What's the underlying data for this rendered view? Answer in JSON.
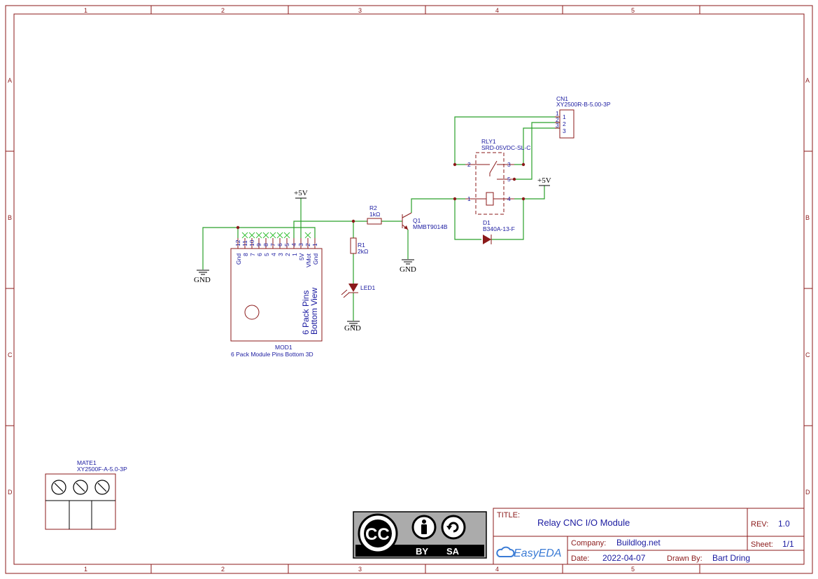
{
  "sheet": {
    "zones_x": [
      "1",
      "2",
      "3",
      "4",
      "5"
    ],
    "zones_y": [
      "A",
      "B",
      "C",
      "D"
    ]
  },
  "components": {
    "cn1": {
      "ref": "CN1",
      "value": "XY2500R-B-5.00-3P",
      "pins": [
        "1",
        "2",
        "3"
      ],
      "pin_labels": [
        "1",
        "2",
        "3"
      ]
    },
    "rly1": {
      "ref": "RLY1",
      "value": "SRD-05VDC-SL-C",
      "pins": [
        "2",
        "3",
        "5",
        "1",
        "4"
      ]
    },
    "r2": {
      "ref": "R2",
      "value": "1kΩ"
    },
    "q1": {
      "ref": "Q1",
      "value": "MMBT9014B"
    },
    "d1": {
      "ref": "D1",
      "value": "B340A-13-F"
    },
    "r1": {
      "ref": "R1",
      "value": "2kΩ"
    },
    "led1": {
      "ref": "LED1"
    },
    "mod1": {
      "ref": "MOD1",
      "value": "6 Pack Module Pins Bottom 3D",
      "pins_top": [
        "12",
        "11",
        "10",
        "9",
        "8",
        "7",
        "6",
        "5",
        "4",
        "3",
        "2",
        "1"
      ],
      "pins_bottom": [
        "Gnd",
        "8",
        "7",
        "6",
        "5",
        "4",
        "3",
        "2",
        "1",
        "5V",
        "VMot",
        "Gnd"
      ],
      "inner_text": [
        "6 Pack Pins",
        "Bottom View"
      ]
    },
    "mate1": {
      "ref": "MATE1",
      "value": "XY2500F-A-5.0-3P"
    }
  },
  "power": {
    "vcc": "+5V",
    "gnd": "GND"
  },
  "title_block": {
    "title_label": "TITLE:",
    "title": "Relay CNC I/O Module",
    "rev_label": "REV:",
    "rev": "1.0",
    "company_label": "Company:",
    "company": "Buildlog.net",
    "sheet_label": "Sheet:",
    "sheet": "1/1",
    "date_label": "Date:",
    "date": "2022-04-07",
    "drawn_label": "Drawn By:",
    "drawn_by": "Bart Dring",
    "logo": "EasyEDA"
  },
  "license": {
    "cc": "CC",
    "by": "BY",
    "sa": "SA"
  },
  "colors": {
    "frame": "#8b1a1a",
    "wire": "#2aa02a",
    "text": "#1a1aa0",
    "node": "#8b1a1a"
  },
  "icons": [
    "cc-logo-icon",
    "attribution-person-icon",
    "share-alike-icon",
    "easyeda-cloud-icon",
    "screw-terminal-icon"
  ]
}
